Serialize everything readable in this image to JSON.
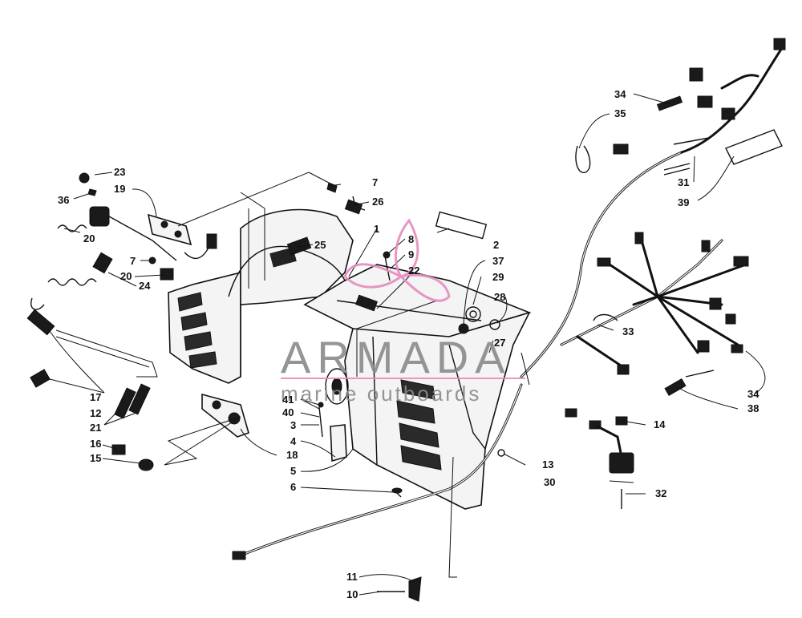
{
  "watermark": {
    "brand": "ARMADA",
    "tagline": "marine outboards",
    "brand_color": "#8a8a8a",
    "logo_color": "#e58bbf"
  },
  "callouts": [
    {
      "id": "c1",
      "label": "1"
    },
    {
      "id": "c2",
      "label": "2"
    },
    {
      "id": "c3",
      "label": "3"
    },
    {
      "id": "c4",
      "label": "4"
    },
    {
      "id": "c5",
      "label": "5"
    },
    {
      "id": "c6",
      "label": "6"
    },
    {
      "id": "c7a",
      "label": "7"
    },
    {
      "id": "c7b",
      "label": "7"
    },
    {
      "id": "c8",
      "label": "8"
    },
    {
      "id": "c9",
      "label": "9"
    },
    {
      "id": "c10",
      "label": "10"
    },
    {
      "id": "c11",
      "label": "11"
    },
    {
      "id": "c12",
      "label": "12"
    },
    {
      "id": "c13",
      "label": "13"
    },
    {
      "id": "c14",
      "label": "14"
    },
    {
      "id": "c15",
      "label": "15"
    },
    {
      "id": "c16",
      "label": "16"
    },
    {
      "id": "c17",
      "label": "17"
    },
    {
      "id": "c18",
      "label": "18"
    },
    {
      "id": "c19",
      "label": "19"
    },
    {
      "id": "c20a",
      "label": "20"
    },
    {
      "id": "c20b",
      "label": "20"
    },
    {
      "id": "c21",
      "label": "21"
    },
    {
      "id": "c22",
      "label": "22"
    },
    {
      "id": "c23",
      "label": "23"
    },
    {
      "id": "c24",
      "label": "24"
    },
    {
      "id": "c25",
      "label": "25"
    },
    {
      "id": "c26",
      "label": "26"
    },
    {
      "id": "c27",
      "label": "27"
    },
    {
      "id": "c28",
      "label": "28"
    },
    {
      "id": "c29",
      "label": "29"
    },
    {
      "id": "c30",
      "label": "30"
    },
    {
      "id": "c31",
      "label": "31"
    },
    {
      "id": "c32",
      "label": "32"
    },
    {
      "id": "c33",
      "label": "33"
    },
    {
      "id": "c34a",
      "label": "34"
    },
    {
      "id": "c34b",
      "label": "34"
    },
    {
      "id": "c35",
      "label": "35"
    },
    {
      "id": "c36",
      "label": "36"
    },
    {
      "id": "c37",
      "label": "37"
    },
    {
      "id": "c38",
      "label": "38"
    },
    {
      "id": "c39",
      "label": "39"
    },
    {
      "id": "c40",
      "label": "40"
    },
    {
      "id": "c41",
      "label": "41"
    }
  ]
}
